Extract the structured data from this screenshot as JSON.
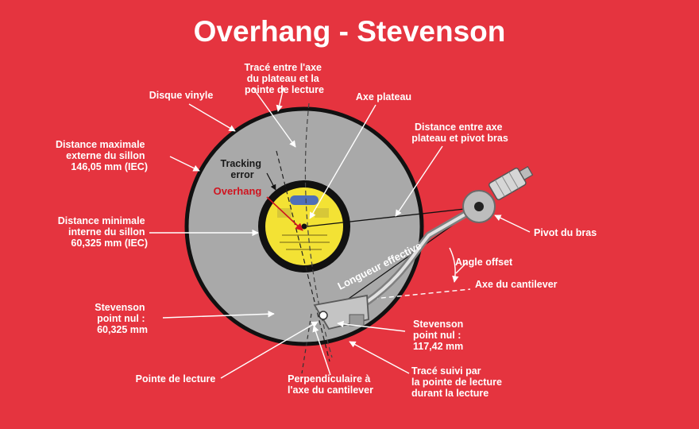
{
  "title": "Overhang - Stevenson",
  "labels": {
    "trace_axe": [
      "Tracé entre l'axe",
      "du plateau et la",
      "pointe de lecture"
    ],
    "disque_vinyle": "Disque vinyle",
    "axe_plateau": "Axe plateau",
    "distance_axe_pivot": [
      "Distance entre axe",
      "plateau et pivot bras"
    ],
    "distance_max": [
      "Distance maximale",
      "externe du sillon",
      "146,05 mm (IEC)"
    ],
    "tracking_error": [
      "Tracking",
      "error"
    ],
    "overhang": "Overhang",
    "distance_min": [
      "Distance minimale",
      "interne du sillon",
      "60,325 mm (IEC)"
    ],
    "pivot_bras": "Pivot du bras",
    "longueur_effective": "Longueur effective",
    "angle_offset": "Angle offset",
    "axe_cantilever": "Axe du cantilever",
    "stevenson_left": [
      "Stevenson",
      "point nul :",
      "60,325 mm"
    ],
    "stevenson_right": [
      "Stevenson",
      "point nul :",
      "117,42 mm"
    ],
    "pointe_lecture": "Pointe de lecture",
    "perpendiculaire": [
      "Perpendiculaire à",
      "l'axe du cantilever"
    ],
    "trace_suivi": [
      "Tracé suivi par",
      "la pointe de lecture",
      "durant la lecture"
    ]
  },
  "colors": {
    "background": "#e5343f",
    "record": "#a9a9a9",
    "record_edge": "#111111",
    "label": "#f3e234",
    "text": "#ffffff",
    "accent": "#d0141f"
  }
}
